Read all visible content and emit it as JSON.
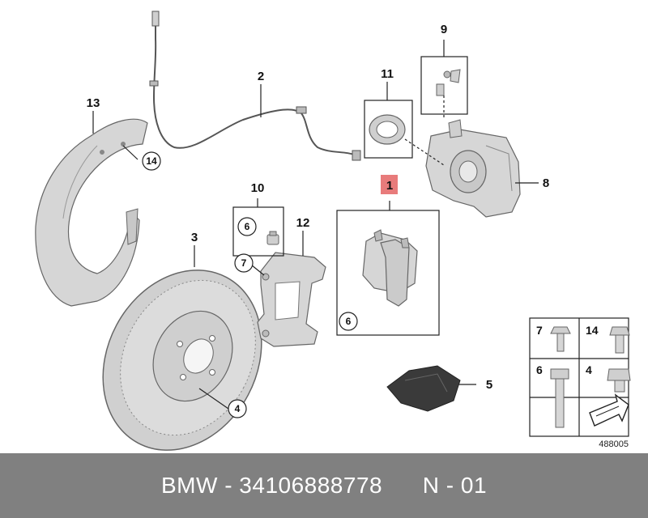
{
  "callouts": {
    "c1": "1",
    "c2": "2",
    "c3": "3",
    "c4": "4",
    "c5": "5",
    "c6a": "6",
    "c6b": "6",
    "c7": "7",
    "c8": "8",
    "c9": "9",
    "c10": "10",
    "c11": "11",
    "c12": "12",
    "c13": "13",
    "c14": "14"
  },
  "hardware_grid": {
    "cells": [
      "7",
      "14",
      "6",
      "4"
    ]
  },
  "ref_number": "488005",
  "footer": {
    "text": "BMW - 34106888778      N - 01"
  },
  "colors": {
    "highlight": "#e87b7b",
    "part_fill": "#d6d6d6",
    "part_stroke": "#666666",
    "footer_bg": "#808080"
  }
}
